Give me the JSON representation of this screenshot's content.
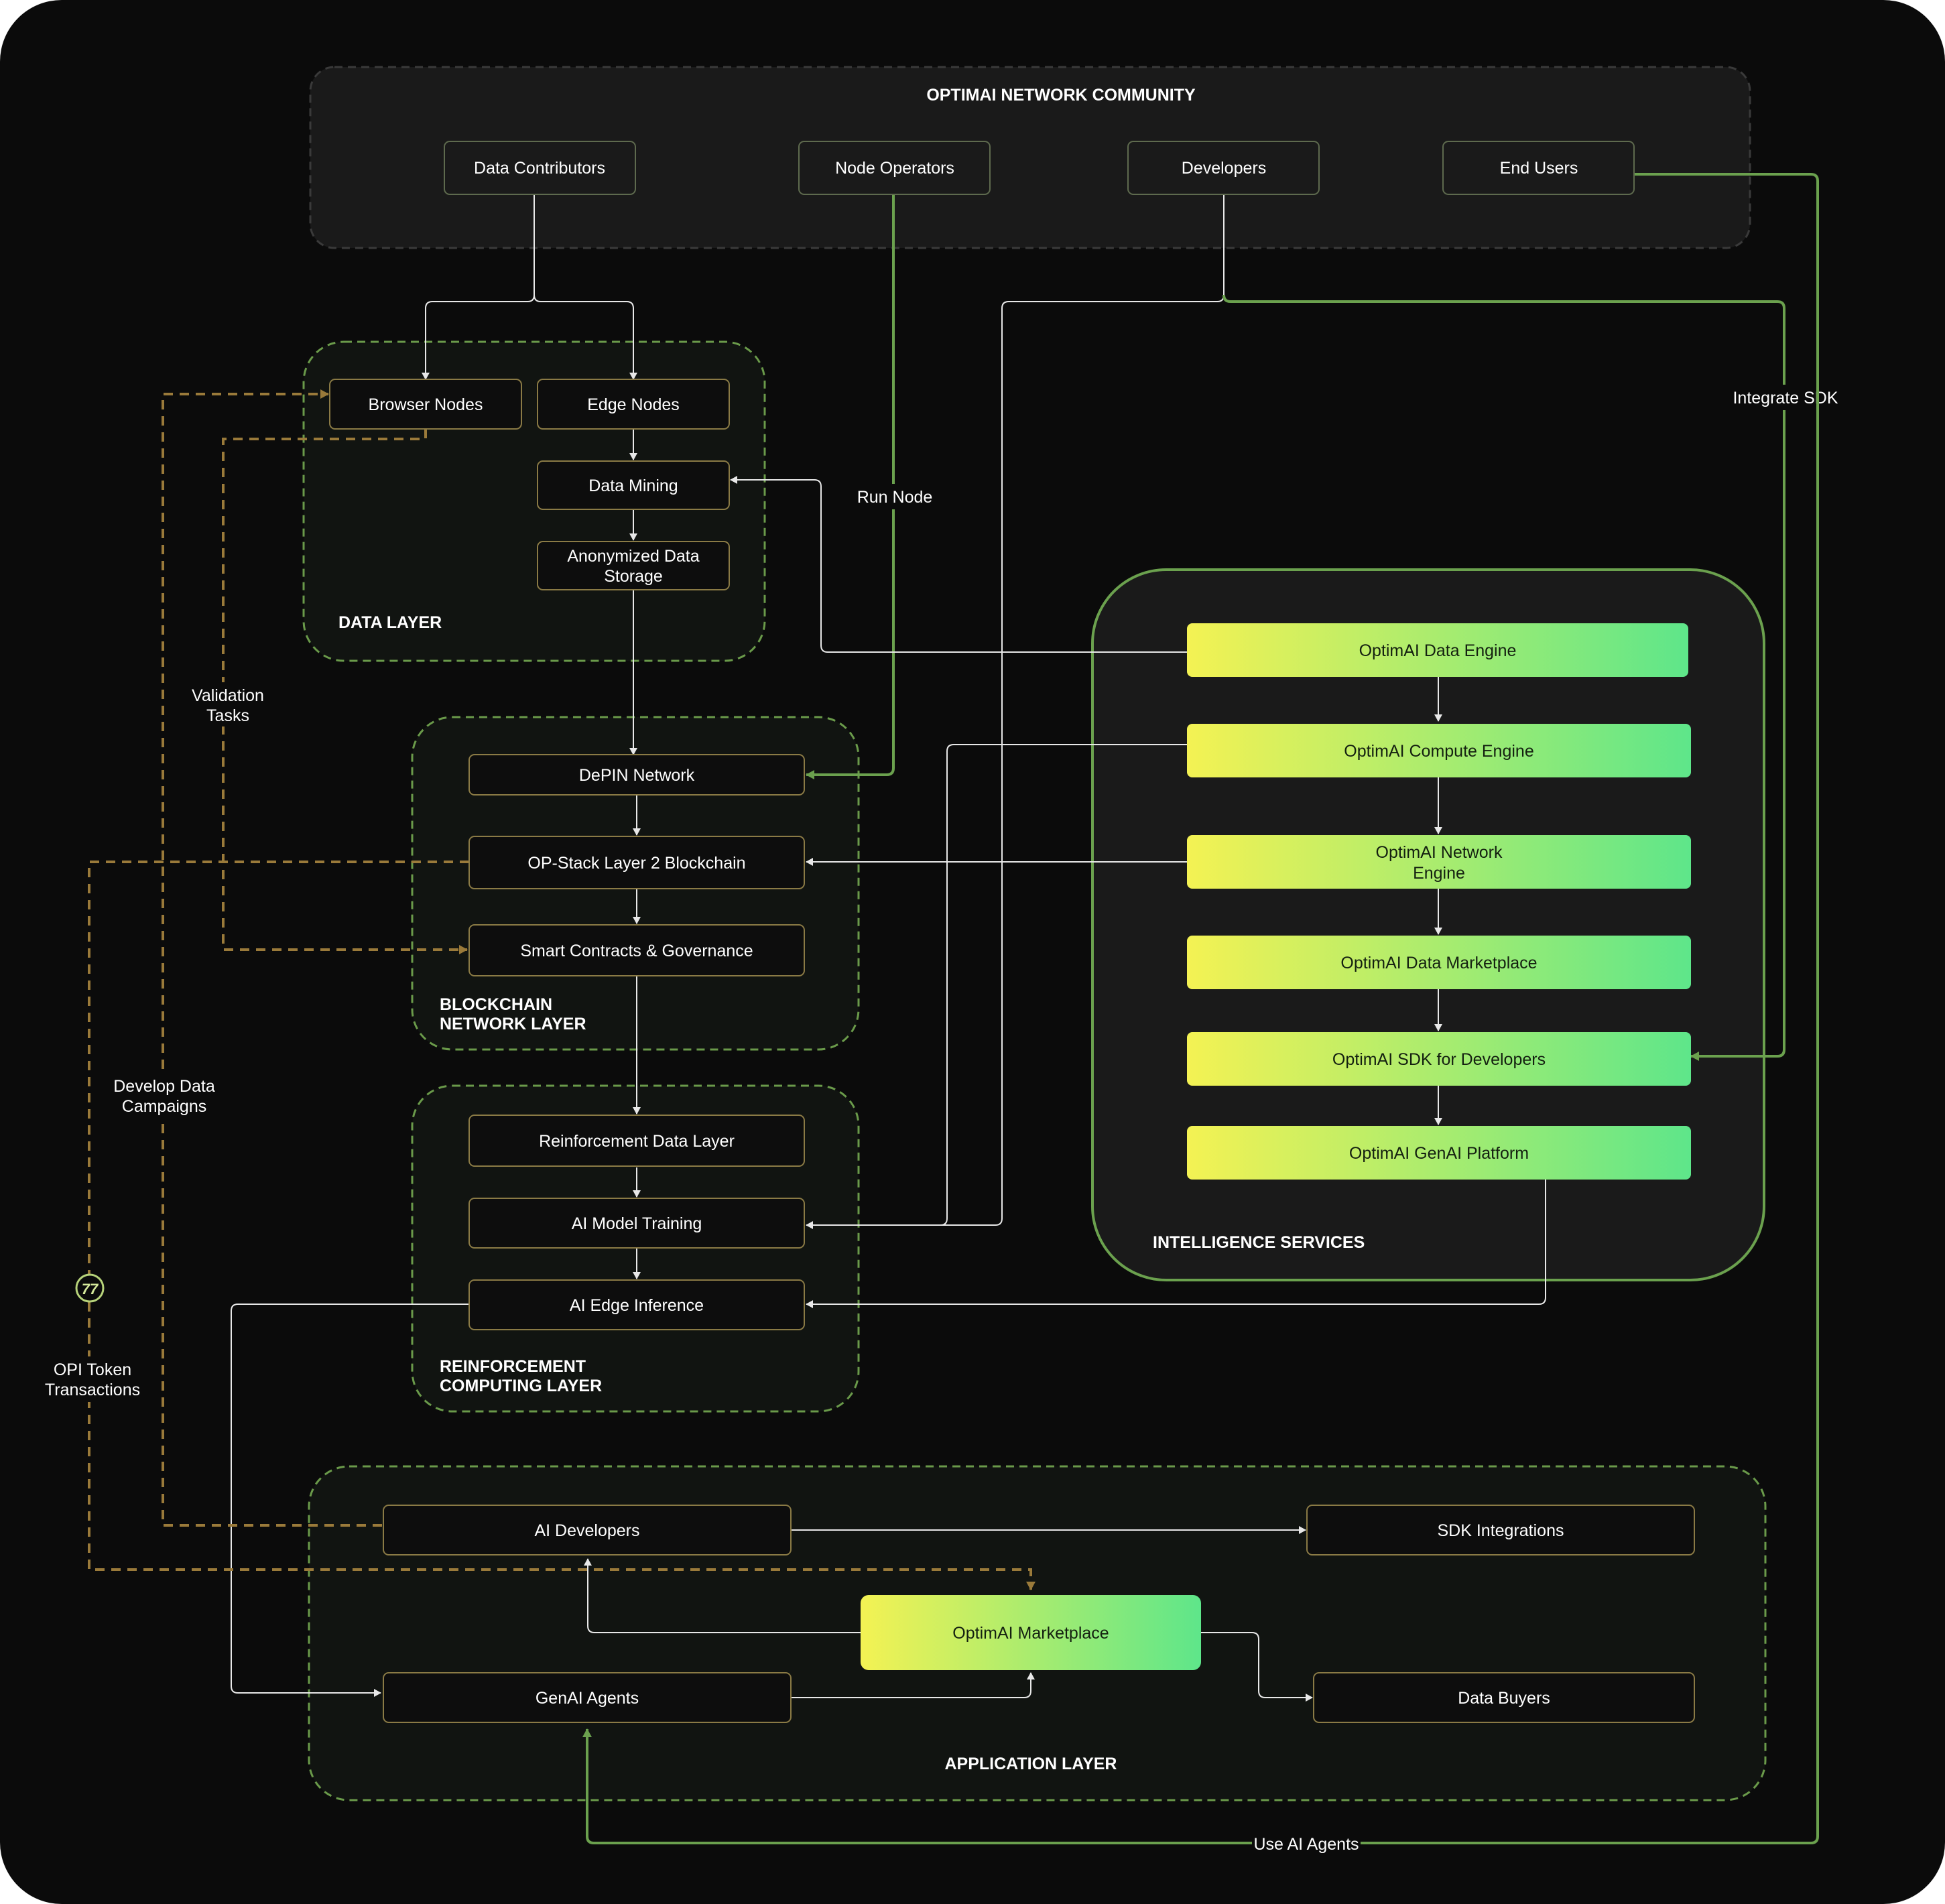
{
  "colors": {
    "background": "#0b0b0b",
    "panel": "#1a1a1a",
    "node_fill": "#0d0d0d",
    "node_border_gold": "#8a7a45",
    "node_border_green": "#5e6a4e",
    "dashed_green": "#6a9a4a",
    "solid_green": "#6ba14e",
    "dashed_gold": "#9a7a3a",
    "gradient_start": "#f4f253",
    "gradient_end": "#5ee68a",
    "white_line": "#e8e8e8"
  },
  "community": {
    "title": "OPTIMAI NETWORK COMMUNITY",
    "members": {
      "data_contributors": "Data Contributors",
      "node_operators": "Node Operators",
      "developers": "Developers",
      "end_users": "End Users"
    }
  },
  "data_layer": {
    "label": "DATA LAYER",
    "browser_nodes": "Browser Nodes",
    "edge_nodes": "Edge Nodes",
    "data_mining": "Data Mining",
    "anonymized_storage": [
      "Anonymized Data",
      "Storage"
    ]
  },
  "blockchain_layer": {
    "label": [
      "BLOCKCHAIN",
      "NETWORK LAYER"
    ],
    "depin": "DePIN Network",
    "op_stack": "OP-Stack Layer 2 Blockchain",
    "smart_contracts": "Smart Contracts & Governance"
  },
  "reinforcement_layer": {
    "label": [
      "REINFORCEMENT",
      "COMPUTING LAYER"
    ],
    "rdl": "Reinforcement Data Layer",
    "training": "AI Model Training",
    "edge_inference": "AI Edge Inference"
  },
  "intelligence_services": {
    "label": "INTELLIGENCE SERVICES",
    "data_engine": "OptimAI Data Engine",
    "compute_engine": "OptimAI Compute Engine",
    "network_engine": [
      "OptimAI Network",
      "Engine"
    ],
    "data_marketplace": "OptimAI Data Marketplace",
    "sdk": "OptimAI SDK for Developers",
    "genai_platform": "OptimAI GenAI Platform"
  },
  "application_layer": {
    "label": "APPLICATION LAYER",
    "ai_developers": "AI Developers",
    "sdk_integrations": "SDK Integrations",
    "marketplace": "OptimAI Marketplace",
    "genai_agents": "GenAI Agents",
    "data_buyers": "Data Buyers"
  },
  "flows": {
    "run_node": "Run Node",
    "integrate_sdk": "Integrate SDK",
    "validation_tasks": [
      "Validation",
      "Tasks"
    ],
    "develop_campaigns": [
      "Develop Data",
      "Campaigns"
    ],
    "opi_token": [
      "OPI Token",
      "Transactions"
    ],
    "use_ai_agents": "Use AI Agents"
  },
  "logo": {
    "icon": "optimai-token-icon",
    "glyph": "77"
  }
}
